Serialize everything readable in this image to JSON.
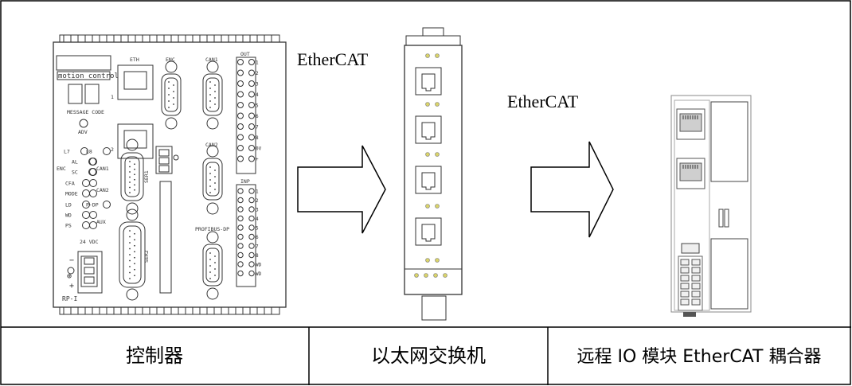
{
  "arrow_labels": {
    "first": "EtherCAT",
    "second": "EtherCAT"
  },
  "table": {
    "cells": [
      "控制器",
      "以太网交换机",
      "远程 IO 模块 EtherCAT 耦合器"
    ]
  },
  "controller": {
    "brand_text": "motion control",
    "display_label": "MESSAGE CODE",
    "adv_label": "ADV",
    "port_labels": [
      "ETH",
      "ENC",
      "CAN1",
      "OUT",
      "CAN2",
      "INP",
      "PROFIBUS-DP",
      "SER1",
      "SER2",
      "24 VDC",
      "RP-I"
    ],
    "eth_numbers": [
      "1",
      "2"
    ],
    "led_labels": [
      "L7",
      "L8",
      "AL",
      "SC",
      "CFA",
      "MODE",
      "LD",
      "WD",
      "PS",
      "P-DP"
    ],
    "bracket_labels": [
      "ENC",
      "CAN1",
      "CAN2",
      "AUX"
    ],
    "out_terminals": [
      "1",
      "2",
      "3",
      "4",
      "5",
      "6",
      "7",
      "8",
      "0V",
      "+"
    ],
    "inp_terminals": [
      "1",
      "2",
      "3",
      "4",
      "5",
      "6",
      "7",
      "8",
      "WD",
      "WD"
    ],
    "power_symbols": [
      "−",
      "⊕",
      "+"
    ]
  }
}
